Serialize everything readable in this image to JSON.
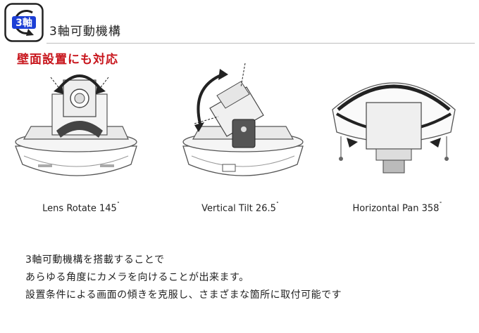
{
  "badge": {
    "label": "3軸"
  },
  "header": {
    "title": "3軸可動機構"
  },
  "subtitle": "壁面設置にも対応",
  "features": [
    {
      "name": "Lens Rotate",
      "value": "145",
      "unit": "˚"
    },
    {
      "name": "Vertical Tilt",
      "value": "26.5",
      "unit": "˚"
    },
    {
      "name": "Horizontal Pan",
      "value": "358",
      "unit": "˚"
    }
  ],
  "description": [
    "3軸可動機構を搭載することで",
    "あらゆる角度にカメラを向けることが出来ます。",
    "設置条件による画面の傾きを克服し、さまざまな箇所に取付可能です"
  ],
  "colors": {
    "accent_red": "#c8161d",
    "badge_blue": "#1c3fd6",
    "rule_gray": "#bdbdbd"
  }
}
